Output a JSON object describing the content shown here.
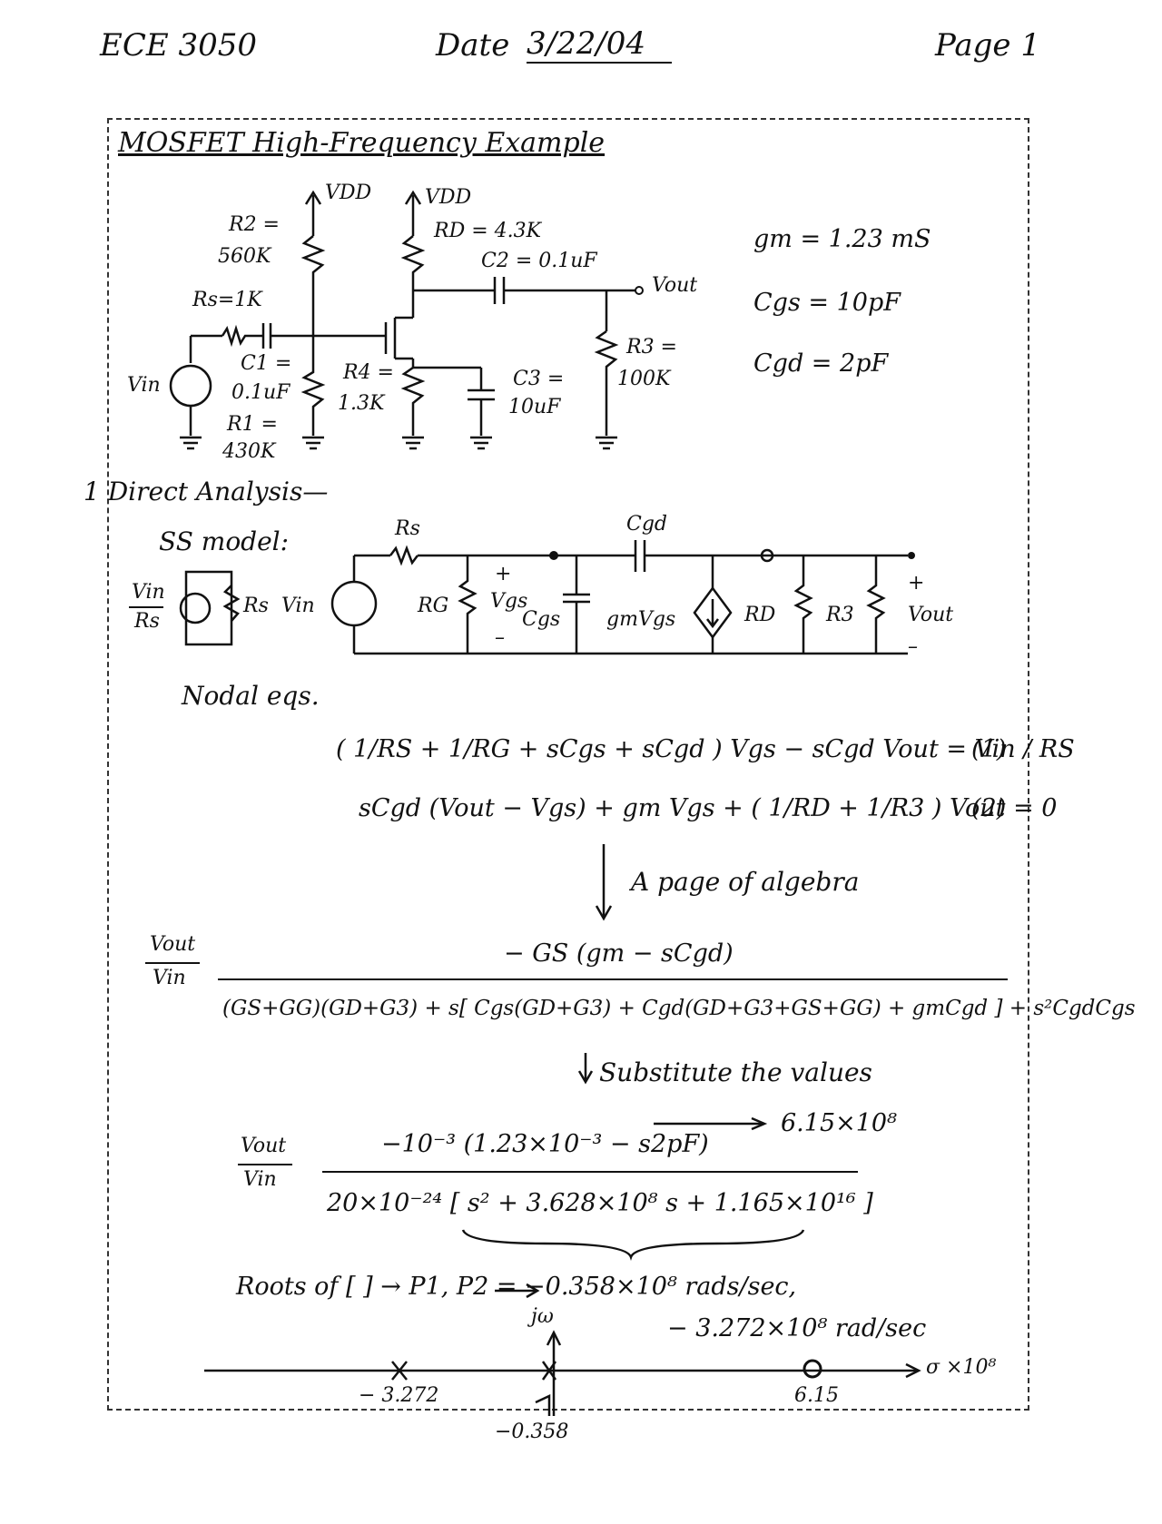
{
  "header": {
    "course": "ECE 3050",
    "date_label": "Date",
    "date_value": "3/22/04",
    "page": "Page 1"
  },
  "section_title": "MOSFET High-Frequency Example",
  "circuit": {
    "vdd1": "VDD",
    "vdd2": "VDD",
    "r2": "R2 =",
    "r2_val": "560K",
    "rd": "RD = 4.3K",
    "c2": "C2 = 0.1uF",
    "vout": "Vout",
    "rs": "Rs=1K",
    "c1": "C1 =",
    "c1_val": "0.1uF",
    "r4": "R4 =",
    "r4_val": "1.3K",
    "c3": "C3 =",
    "c3_val": "10uF",
    "r3": "R3 =",
    "r3_val": "100K",
    "r1": "R1 =",
    "r1_val": "430K",
    "vin": "Vin"
  },
  "params": {
    "gm": "gm = 1.23 mS",
    "cgs": "Cgs = 10pF",
    "cgd": "Cgd = 2pF"
  },
  "direct_analysis": "1 Direct Analysis—",
  "ss_model": {
    "label": "SS model:",
    "src_frac_num": "Vin",
    "src_frac_den": "Rs",
    "rs_left": "Rs",
    "vin": "Vin",
    "rs": "Rs",
    "cgd": "Cgd",
    "rg": "RG",
    "vgs": "Vgs",
    "cgs": "Cgs",
    "gmvgs": "gmVgs",
    "rd": "RD",
    "r3": "R3",
    "vout": "Vout",
    "plus": "+",
    "minus": "–"
  },
  "nodal": {
    "label": "Nodal eqs.",
    "eq1": "( 1/RS + 1/RG + sCgs + sCgd ) Vgs − sCgd Vout  =  Vin / RS",
    "eq1_num": "(1)",
    "eq2": "sCgd (Vout − Vgs) + gm Vgs + ( 1/RD + 1/R3 ) Vout = 0",
    "eq2_num": "(2)",
    "algebra": "A page of algebra"
  },
  "transfer": {
    "lhs_num": "Vout",
    "lhs_den": "Vin",
    "numerator": "− GS (gm − sCgd)",
    "denominator": "(GS+GG)(GD+G3) + s[ Cgs(GD+G3) + Cgd(GD+G3+GS+GG) + gmCgd ] + s²CgdCgs",
    "substitute": "Substitute the values",
    "sub_num": "−10⁻³ (1.23×10⁻³ − s2pF)",
    "zero_note": "6.15×10⁸",
    "sub_den": "20×10⁻²⁴ [ s² + 3.628×10⁸ s + 1.165×10¹⁶ ]",
    "roots_text": "Roots of [   ] →  P1, P2 = −0.358×10⁸ rads/sec,",
    "roots_text2": "− 3.272×10⁸ rad/sec"
  },
  "axis": {
    "jw": "jω",
    "sigma": "σ ×10⁸",
    "p1": "− 3.272",
    "p2": "−0.358",
    "zero": "6.15"
  }
}
